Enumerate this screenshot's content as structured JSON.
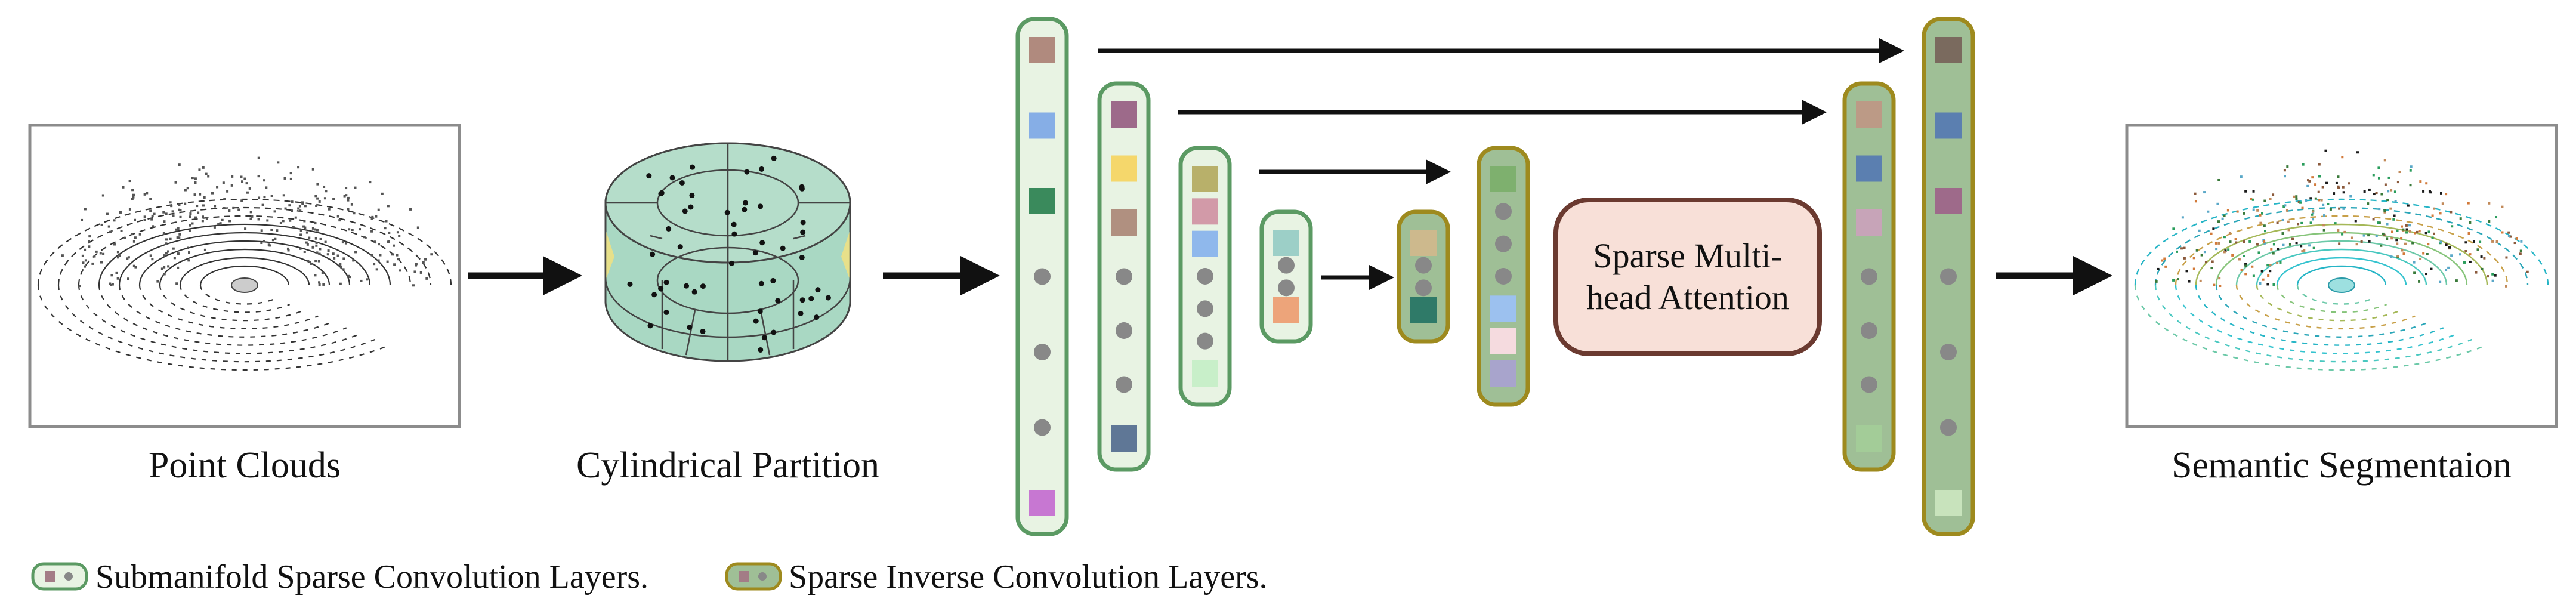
{
  "labels": {
    "input": "Point Clouds",
    "partition": "Cylindrical Partition",
    "attention_line1": "Sparse Multi-",
    "attention_line2": "head Attention",
    "output": "Semantic Segmentaion"
  },
  "legend": {
    "submanifold": "Submanifold Sparse Convolution Layers.",
    "inverse": "Sparse Inverse Convolution Layers."
  },
  "colors": {
    "sub_fill": "#e8f3e3",
    "sub_stroke": "#5b9a63",
    "inv_fill": "#9fbf96",
    "inv_stroke": "#9e8a1e",
    "attention_fill": "#f8e0d8",
    "attention_stroke": "#6b3a30",
    "cylinder_fill": "#a9d8c3",
    "dot": "#888888"
  },
  "columns": [
    {
      "kind": "sub",
      "cells": [
        "#b08a7e",
        "#86aee6",
        "#3a8a5c",
        "dot",
        "dot",
        "dot",
        "#c777d2"
      ]
    },
    {
      "kind": "sub",
      "cells": [
        "#9d6a8a",
        "#f5d76b",
        "#b09080",
        "dot",
        "dot",
        "dot",
        "#5f7796"
      ]
    },
    {
      "kind": "sub",
      "cells": [
        "#b8b06a",
        "#d29aa8",
        "#8fb8ec",
        "dot",
        "dot",
        "dot",
        "#c8efc9"
      ]
    },
    {
      "kind": "sub",
      "cells": [
        "#9ccfc7",
        "dot",
        "dot",
        "#eda47a"
      ]
    },
    {
      "kind": "inv",
      "cells": [
        "#cdb98d",
        "dot",
        "dot",
        "#2f7a68"
      ]
    },
    {
      "kind": "inv",
      "cells": [
        "#7eb06e",
        "dot",
        "dot",
        "dot",
        "#9cc1ef",
        "#f5dbdf",
        "#a8a4cc"
      ]
    },
    {
      "kind": "inv",
      "cells": [
        "#bc9a86",
        "#5b7fb0",
        "#c7a4b8",
        "dot",
        "dot",
        "dot",
        "#a3cc98"
      ]
    },
    {
      "kind": "inv",
      "cells": [
        "#7a6a5e",
        "#5b7fb0",
        "#9e6a8a",
        "dot",
        "dot",
        "dot",
        "#c8e3bc"
      ]
    }
  ]
}
